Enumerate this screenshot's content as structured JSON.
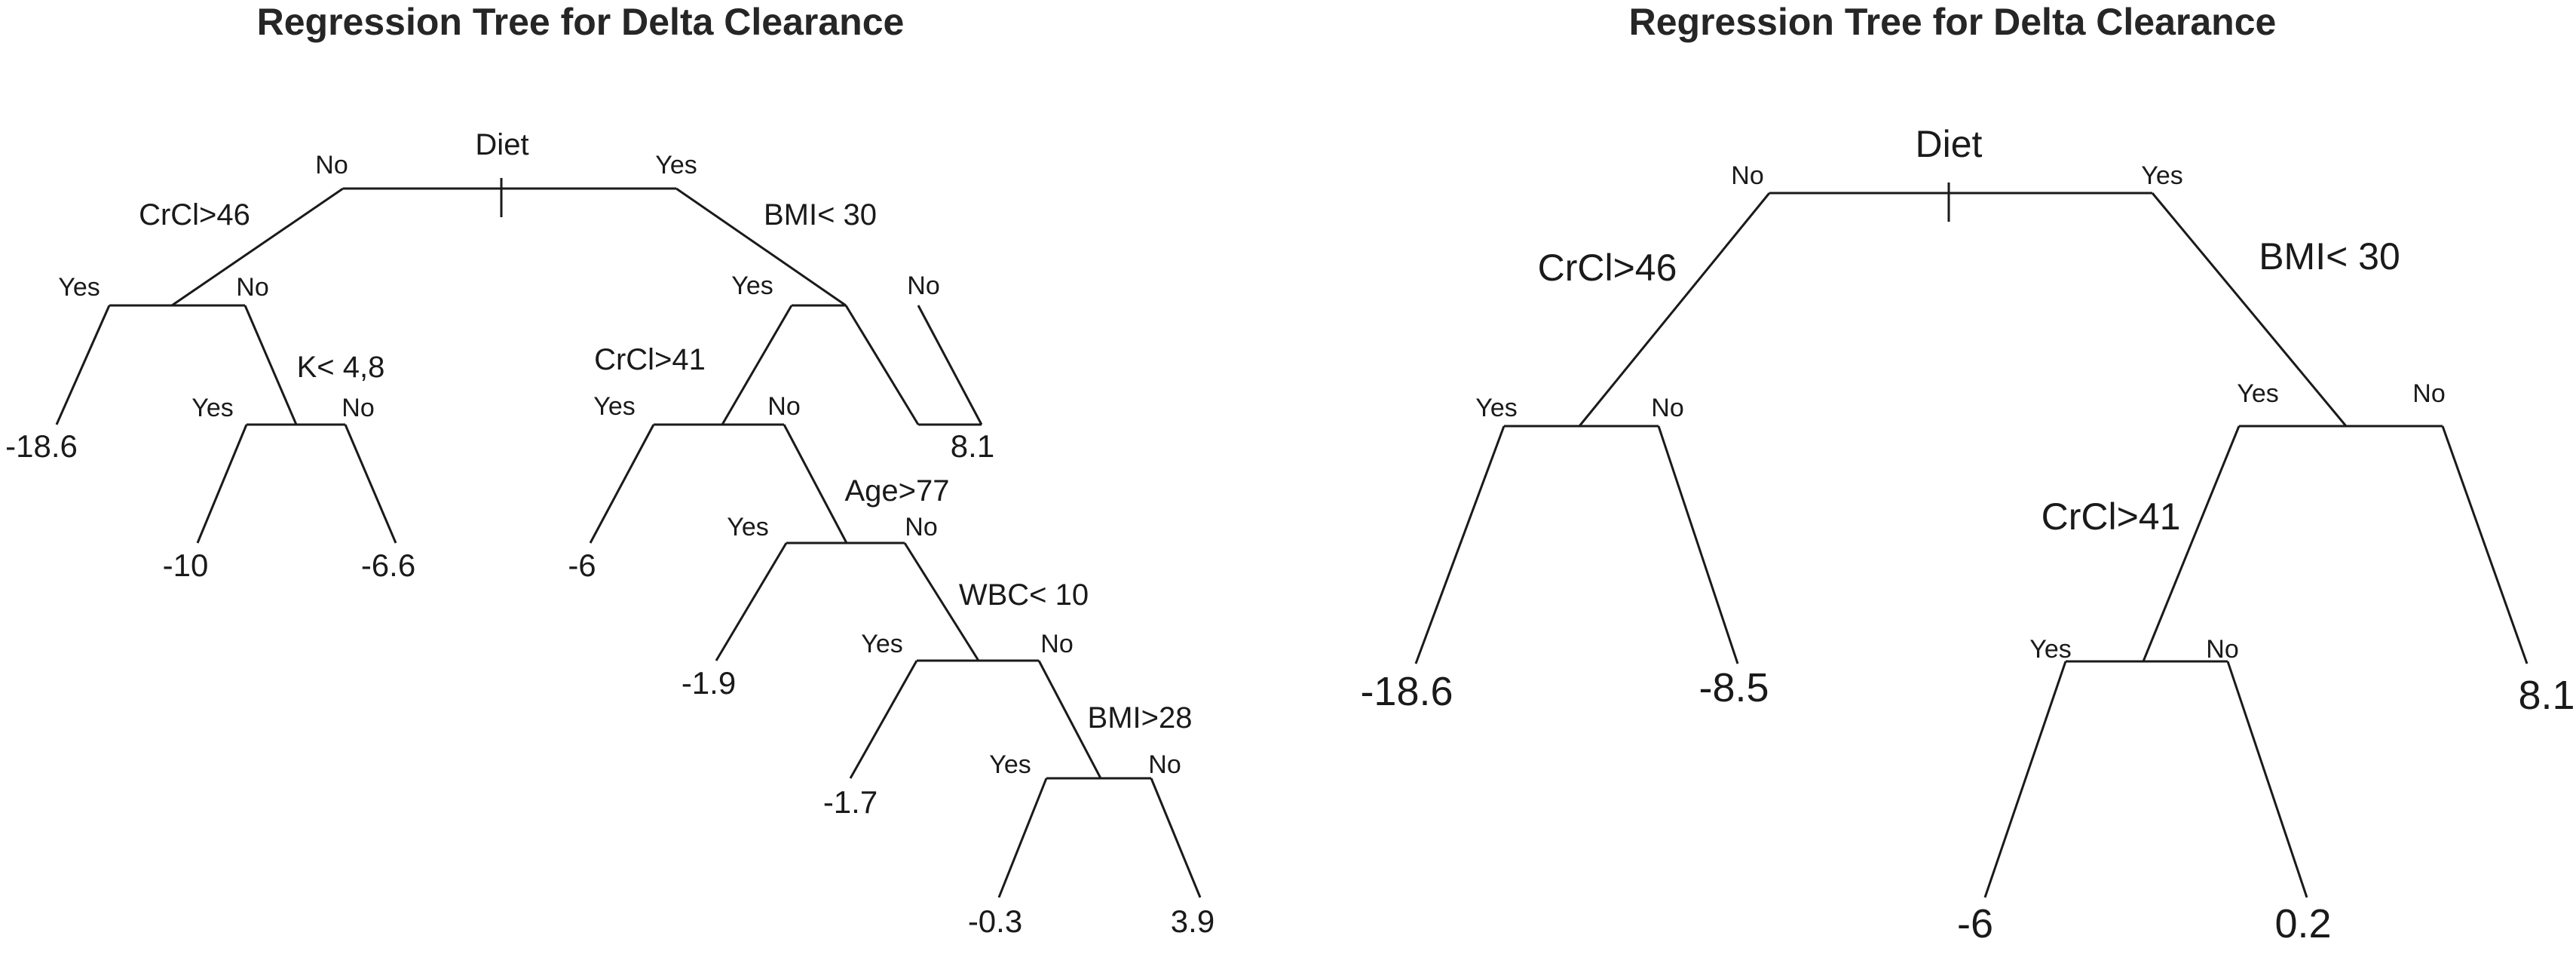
{
  "figure": {
    "left_title": "Regression Tree for Delta Clearance",
    "right_title": "Regression Tree for Delta Clearance"
  },
  "left_tree": {
    "root_split": "Diet",
    "root_no": "No",
    "root_yes": "Yes",
    "n1_split": "CrCl>46",
    "n1_yes": "Yes",
    "n1_no": "No",
    "leaf_a": "-18.6",
    "n2_split": "K< 4,8",
    "n2_yes": "Yes",
    "n2_no": "No",
    "leaf_b": "-10",
    "leaf_c": "-6.6",
    "n3_split": "BMI< 30",
    "n3_yes": "Yes",
    "n3_no": "No",
    "leaf_d": "8.1",
    "n4_split": "CrCl>41",
    "n4_yes": "Yes",
    "n4_no": "No",
    "leaf_e": "-6",
    "n5_split": "Age>77",
    "n5_yes": "Yes",
    "n5_no": "No",
    "leaf_f": "-1.9",
    "n6_split": "WBC< 10",
    "n6_yes": "Yes",
    "n6_no": "No",
    "leaf_g": "-1.7",
    "n7_split": "BMI>28",
    "n7_yes": "Yes",
    "n7_no": "No",
    "leaf_h": "-0.3",
    "leaf_i": "3.9"
  },
  "right_tree": {
    "root_split": "Diet",
    "root_no": "No",
    "root_yes": "Yes",
    "n1_split": "CrCl>46",
    "n1_yes": "Yes",
    "n1_no": "No",
    "leaf_a": "-18.6",
    "leaf_b": "-8.5",
    "n2_split": "BMI< 30",
    "n2_yes": "Yes",
    "n2_no": "No",
    "leaf_c": "8.1",
    "n3_split": "CrCl>41",
    "n3_yes": "Yes",
    "n3_no": "No",
    "leaf_d": "-6",
    "leaf_e": "0.2"
  }
}
